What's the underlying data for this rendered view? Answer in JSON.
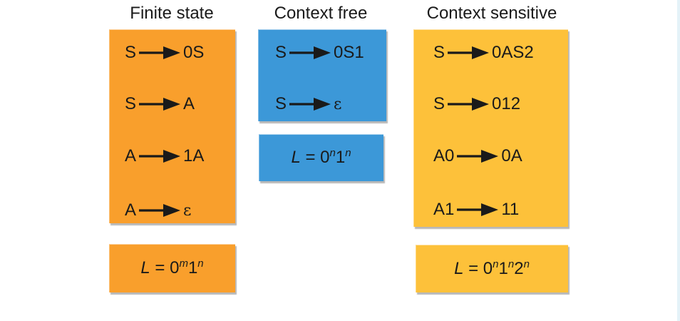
{
  "columns": [
    {
      "heading": "Finite state",
      "color": "#f99f2c",
      "rules": [
        {
          "lhs": "S",
          "rhs": "0S"
        },
        {
          "lhs": "S",
          "rhs": "A"
        },
        {
          "lhs": "A",
          "rhs": "1A"
        },
        {
          "lhs": "A",
          "rhs": "ε"
        }
      ],
      "language": {
        "var": "L",
        "eq": "=",
        "base1": "0",
        "exp1": "m",
        "base2": "1",
        "exp2": "n"
      }
    },
    {
      "heading": "Context free",
      "color": "#3c98d8",
      "rules": [
        {
          "lhs": "S",
          "rhs": "0S1"
        },
        {
          "lhs": "S",
          "rhs": "ε"
        }
      ],
      "language": {
        "var": "L",
        "eq": "=",
        "base1": "0",
        "exp1": "n",
        "base2": "1",
        "exp2": "n"
      }
    },
    {
      "heading": "Context sensitive",
      "color": "#fdc13a",
      "rules": [
        {
          "lhs": "S",
          "rhs": "0AS2"
        },
        {
          "lhs": "S",
          "rhs": "012"
        },
        {
          "lhs": "A0",
          "rhs": "0A"
        },
        {
          "lhs": "A1",
          "rhs": "11"
        }
      ],
      "language": {
        "var": "L",
        "eq": "=",
        "base1": "0",
        "exp1": "n",
        "base2": "1",
        "exp2": "n",
        "base3": "2",
        "exp3": "n"
      }
    }
  ]
}
